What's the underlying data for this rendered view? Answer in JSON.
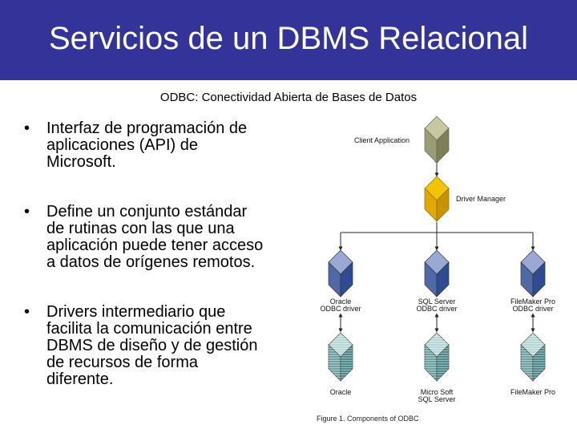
{
  "title": "Servicios de un DBMS Relacional",
  "subtitle": "ODBC: Conectividad Abierta de Bases de Datos",
  "bullets": [
    {
      "marker": "•",
      "lines": [
        "Interfaz de programación de",
        "aplicaciones (API) de",
        "Microsoft."
      ]
    },
    {
      "marker": "•",
      "lines": [
        "Define un conjunto estándar",
        "de rutinas con las que una",
        "aplicación puede tener acceso",
        "a datos de orígenes remotos."
      ]
    },
    {
      "marker": "•",
      "lines": [
        "Drivers intermediario que",
        "facilita la comunicación entre",
        "DBMS de diseño y de gestión",
        "de recursos de forma",
        "diferente."
      ]
    }
  ],
  "diagram": {
    "client_application": "Client Application",
    "driver_manager": "Driver Manager",
    "drivers": [
      {
        "line1": "Oracle",
        "line2": "ODBC driver"
      },
      {
        "line1": "SQL Server",
        "line2": "ODBC driver"
      },
      {
        "line1": "FileMaker Pro",
        "line2": "ODBC driver"
      }
    ],
    "data_sources": [
      {
        "line1": "Oracle",
        "line2": ""
      },
      {
        "line1": "Micro Soft",
        "line2": "SQL Server"
      },
      {
        "line1": "FileMaker Pro",
        "line2": ""
      }
    ],
    "caption": "Figure 1. Components of ODBC",
    "colors": {
      "title_bar": "#333399",
      "client_cube": "#c8c8a0",
      "driver_manager_cube": "#f2c400",
      "driver_cube": "#6f86b8",
      "data_source_cube": "#7fb3b3"
    }
  }
}
